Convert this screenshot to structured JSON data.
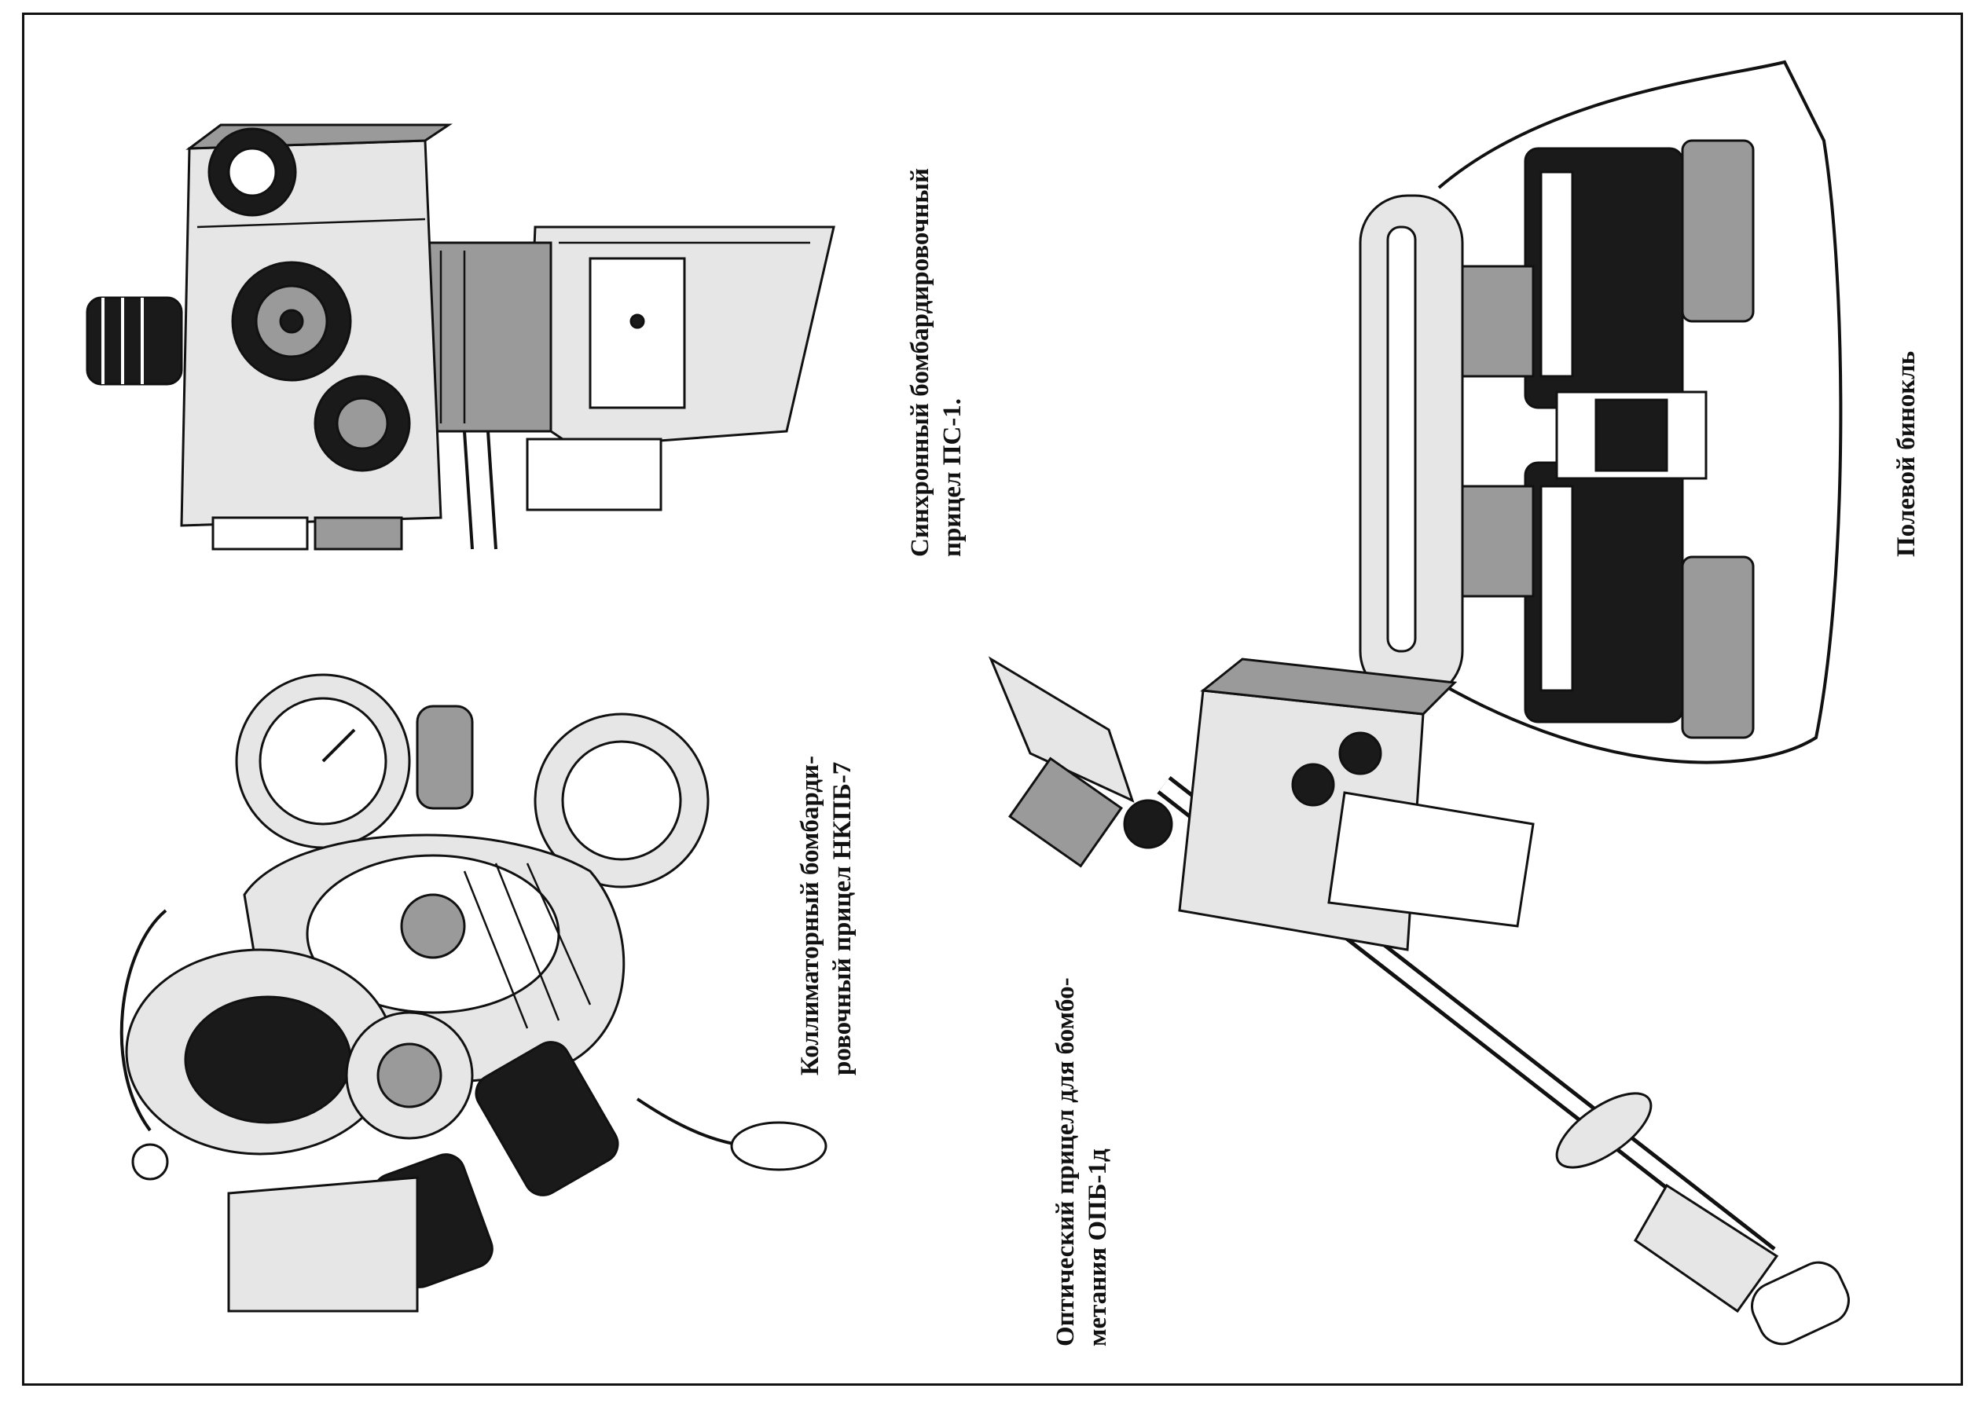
{
  "captions": {
    "ps1": {
      "line1": "Синхронный бомбардировочный",
      "line2": "прицел ПС-1."
    },
    "binocular": {
      "line1": "Полевой бинокль"
    },
    "nkpb7": {
      "line1": "Коллиматорный бомбарди-",
      "line2": "ровочный прицел НКПБ-7"
    },
    "opb1d": {
      "line1": "Оптический прицел для бомбо-",
      "line2": "метания ОПБ-1д"
    }
  },
  "illustrations": [
    {
      "name": "ps1-sight-drawing",
      "icon": "bombsight-ps1-icon"
    },
    {
      "name": "field-binocular-drawing",
      "icon": "binocular-icon"
    },
    {
      "name": "nkpb7-sight-drawing",
      "icon": "collimator-sight-icon"
    },
    {
      "name": "opb1d-sight-drawing",
      "icon": "optical-sight-icon"
    }
  ]
}
